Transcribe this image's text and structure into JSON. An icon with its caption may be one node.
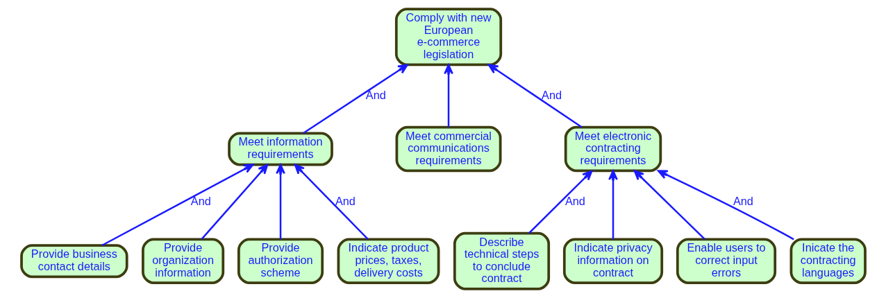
{
  "diagram": {
    "nodes": [
      {
        "text": [
          "Comply with new European e-commerce legislation"
        ]
      },
      {
        "text": [
          "Meet information requirements"
        ]
      },
      {
        "text": [
          "Meet commercial communications requirements"
        ]
      },
      {
        "text": [
          "Meet electronic contracting requirements"
        ]
      },
      {
        "text": [
          "Provide business contact details"
        ]
      },
      {
        "text": [
          "Provide organization information"
        ]
      },
      {
        "text": [
          "Provide authorization scheme"
        ]
      },
      {
        "text": [
          "Indicate product prices, taxes, delivery costs"
        ]
      },
      {
        "text": [
          "Describe technical steps to conclude contract"
        ]
      },
      {
        "text": [
          "Indicate privacy information on contract"
        ]
      },
      {
        "text": [
          "Enable users to correct input errors"
        ]
      },
      {
        "text": [
          "Inicate the contracting languages"
        ]
      }
    ],
    "edges": [
      {
        "from": 1,
        "to": 0,
        "arrow": "to",
        "label": "And"
      },
      {
        "from": 2,
        "to": 0,
        "arrow": "to"
      },
      {
        "from": 3,
        "to": 0,
        "arrow": "to",
        "label": "And"
      },
      {
        "from": 4,
        "to": 1,
        "arrow": "to",
        "label": "And"
      },
      {
        "from": 5,
        "to": 1,
        "arrow": "to"
      },
      {
        "from": 6,
        "to": 1,
        "arrow": "to"
      },
      {
        "from": 7,
        "to": 1,
        "arrow": "to",
        "label": "And"
      },
      {
        "from": 8,
        "to": 3,
        "arrow": "to",
        "label": "And"
      },
      {
        "from": 9,
        "to": 3,
        "arrow": "to"
      },
      {
        "from": 10,
        "to": 3,
        "arrow": "to"
      },
      {
        "from": 11,
        "to": 3,
        "arrow": "to",
        "label": "And"
      }
    ]
  }
}
